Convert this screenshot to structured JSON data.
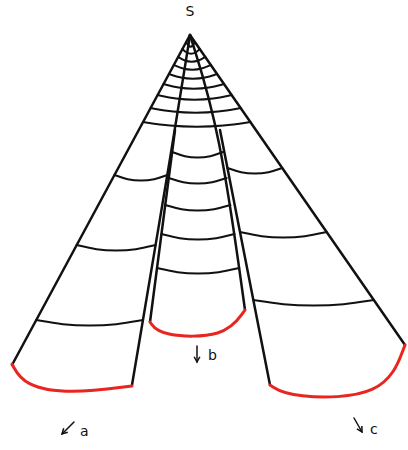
{
  "diagram": {
    "labels": [
      "S",
      "a",
      "b",
      "c"
    ]
  }
}
